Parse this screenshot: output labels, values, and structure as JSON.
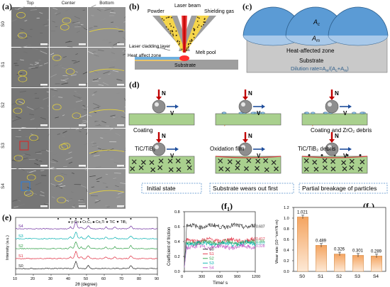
{
  "panel_a": {
    "label": "(a)",
    "columns": [
      "Top",
      "Center",
      "Bottom"
    ],
    "rows": [
      "S0",
      "S1",
      "S2",
      "S3",
      "S4"
    ]
  },
  "panel_b": {
    "label": "(b)",
    "powder": "Powder",
    "laser_beam": "Laser beam",
    "shielding_gas": "Shielding gas",
    "cladding_layer": "Laser cladding layer",
    "melt_pool": "Melt pool",
    "haz": "Heat affect zone",
    "substrate": "Substrate"
  },
  "panel_c": {
    "label": "(c)",
    "ac": "A",
    "ac_sub": "c",
    "am": "A",
    "am_sub": "m",
    "haz": "Heat-affected zone",
    "substrate": "Substrate",
    "dilution_prefix": "Dilution rate=",
    "dilution_formula": "A/(A+A)",
    "colors": {
      "clad": "#5b9bd5",
      "substrate": "#c9c9c9"
    }
  },
  "panel_d": {
    "label": "(d)",
    "force": "N",
    "velocity": "V",
    "coating": "Coating",
    "debris": "Coating and ZrO₂ debris",
    "tic": "TiC/TiB₂",
    "oxidation": "Oxidation film",
    "tic_debris": "TiC/TiB₂ debris",
    "initial": "Initial state",
    "substrate_wears": "Substrate wears out first",
    "partial_breakage": "Partial breakage of particles",
    "colors": {
      "coating": "#a9d08e",
      "arrow": "#c00000",
      "step_arrow": "#f4b183"
    }
  },
  "panel_e": {
    "label": "(e)",
    "chart_data": {
      "type": "line",
      "xlabel": "2θ (degree)",
      "ylabel": "Intensity (a.u.)",
      "xlim": [
        10,
        90
      ],
      "xticks": [
        10,
        20,
        30,
        40,
        50,
        60,
        70,
        80,
        90
      ],
      "legend": [
        "γ-Co",
        "Cr₇C₃",
        "Co₂Ti",
        "TiC",
        "TiB₂"
      ],
      "series": [
        {
          "name": "S4",
          "color": "#7030a0"
        },
        {
          "name": "S3",
          "color": "#00b0b0"
        },
        {
          "name": "S2",
          "color": "#2e9e44"
        },
        {
          "name": "S1",
          "color": "#e0283c"
        },
        {
          "name": "S0",
          "color": "#222222"
        }
      ],
      "peaks": [
        44,
        51,
        75
      ]
    }
  },
  "panel_f1": {
    "label": "(f",
    "label_sub": "1",
    "chart_data": {
      "type": "line",
      "xlabel": "Time/ s",
      "ylabel": "Coefficient of friction",
      "xlim": [
        0,
        1200
      ],
      "ylim": [
        0.0,
        0.8
      ],
      "xticks": [
        0,
        300,
        600,
        900,
        1200
      ],
      "yticks": [
        "0.0",
        "0.2",
        "0.4",
        "0.6",
        "0.8"
      ],
      "series": [
        {
          "name": "S0",
          "color": "#222222",
          "mean": 0.607
        },
        {
          "name": "S1",
          "color": "#e0283c",
          "mean": 0.417
        },
        {
          "name": "S2",
          "color": "#2e9e44",
          "mean": 0.385
        },
        {
          "name": "S3",
          "color": "#00b0b0",
          "mean": 0.372
        },
        {
          "name": "S4",
          "color": "#c050c0",
          "mean": 0.328
        }
      ],
      "mean_labels": [
        "0.607",
        "0.417",
        "0.385",
        "0.372",
        "0.328"
      ]
    }
  },
  "panel_f2": {
    "label": "(f",
    "label_sub": "2",
    "chart_data": {
      "type": "bar",
      "categories": [
        "S0",
        "S1",
        "S2",
        "S3",
        "S4"
      ],
      "values": [
        1.021,
        0.489,
        0.326,
        0.301,
        0.289
      ],
      "value_labels": [
        "1.021",
        "0.489",
        "0.326",
        "0.301",
        "0.289"
      ],
      "ylabel": "Wear rate (10⁻⁴cm³/N·m)",
      "ylim": [
        0.0,
        1.2
      ],
      "yticks": [
        "0.0",
        "0.2",
        "0.4",
        "0.6",
        "0.8",
        "1.0",
        "1.2"
      ],
      "color": "#f4a460"
    }
  }
}
